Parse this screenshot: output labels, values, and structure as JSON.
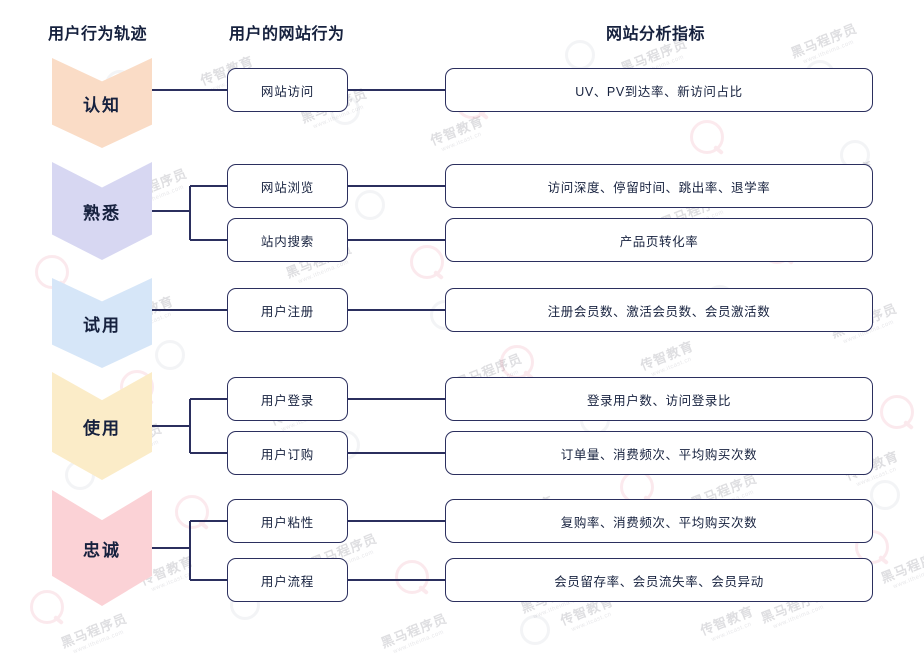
{
  "headers": {
    "col1": "用户行为轨迹",
    "col2": "用户的网站行为",
    "col3": "网站分析指标"
  },
  "colors": {
    "stage_1": "#fadcc6",
    "stage_2": "#d7d7f2",
    "stage_3": "#d6e6f8",
    "stage_4": "#fbecc8",
    "stage_5": "#fbd2d6",
    "box_border": "#2b2f5e",
    "text": "#16213e",
    "background": "#ffffff"
  },
  "diagram": {
    "type": "flow-matrix",
    "stages": [
      {
        "id": "stage-cognition",
        "label": "认知",
        "color": "#fadcc6",
        "branches": [
          {
            "behavior": "网站访问",
            "metrics": "UV、PV到达率、新访问占比"
          }
        ]
      },
      {
        "id": "stage-familiarity",
        "label": "熟悉",
        "color": "#d7d7f2",
        "branches": [
          {
            "behavior": "网站浏览",
            "metrics": "访问深度、停留时间、跳出率、退学率"
          },
          {
            "behavior": "站内搜索",
            "metrics": "产品页转化率"
          }
        ]
      },
      {
        "id": "stage-trial",
        "label": "试用",
        "color": "#d6e6f8",
        "branches": [
          {
            "behavior": "用户注册",
            "metrics": "注册会员数、激活会员数、会员激活数"
          }
        ]
      },
      {
        "id": "stage-usage",
        "label": "使用",
        "color": "#fbecc8",
        "branches": [
          {
            "behavior": "用户登录",
            "metrics": "登录用户数、访问登录比"
          },
          {
            "behavior": "用户订购",
            "metrics": "订单量、消费频次、平均购买次数"
          }
        ]
      },
      {
        "id": "stage-loyalty",
        "label": "忠诚",
        "color": "#fbd2d6",
        "branches": [
          {
            "behavior": "用户粘性",
            "metrics": "复购率、消费频次、平均购买次数"
          },
          {
            "behavior": "用户流程",
            "metrics": "会员留存率、会员流失率、会员异动"
          }
        ]
      }
    ]
  },
  "watermarks": {
    "brand_a": "黑马程序员",
    "brand_a_sub": "www.itheima.com",
    "brand_b": "传智教育",
    "brand_b_sub": "www.itcast.cn"
  }
}
